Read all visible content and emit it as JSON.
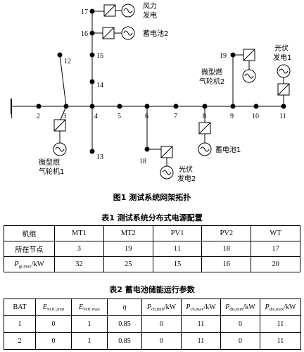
{
  "figure": {
    "caption": "图1   测试系统网架拓扑",
    "nodes": [
      "1",
      "2",
      "3",
      "4",
      "5",
      "6",
      "7",
      "8",
      "9",
      "10",
      "11",
      "12",
      "13",
      "14",
      "15",
      "16",
      "17",
      "18",
      "19"
    ],
    "labels": {
      "wind": [
        "风力",
        "发电"
      ],
      "bat2": "蓄电池2",
      "pv1": [
        "光伏",
        "发电1"
      ],
      "mt2": [
        "微型燃",
        "气轮机2"
      ],
      "mt1": [
        "微型燃",
        "气轮机1"
      ],
      "bat1": "蓄电池1",
      "pv2": [
        "光伏",
        "发电2"
      ]
    }
  },
  "table1": {
    "caption": "表1   测试系统分布式电源配置",
    "headers": [
      "机组",
      "MT1",
      "MT2",
      "PV1",
      "PV2",
      "WT"
    ],
    "row1_label": "所在节点",
    "row1": [
      "3",
      "19",
      "11",
      "18",
      "17"
    ],
    "row2_label_P": "P",
    "row2_label_sub": "gi,max",
    "row2_label_unit": "/kW",
    "row2": [
      "32",
      "25",
      "15",
      "16",
      "20"
    ]
  },
  "table2": {
    "caption": "表2   蓄电池储能运行参数",
    "headers": {
      "bat": "BAT",
      "e": "E",
      "soc_min_sub": "SOC,min",
      "soc_max_sub": "SOCmax",
      "eta": "η",
      "p": "P",
      "ch_min_sub": "ch,min",
      "ch_max_sub": "ch,max",
      "dis_min_sub": "dis,min",
      "dis_max_sub": "dis,max",
      "unit": "/kW"
    },
    "rows": [
      [
        "1",
        "0",
        "1",
        "0.85",
        "0",
        "11",
        "0",
        "11"
      ],
      [
        "2",
        "0",
        "1",
        "0.85",
        "0",
        "11",
        "0",
        "11"
      ]
    ]
  }
}
